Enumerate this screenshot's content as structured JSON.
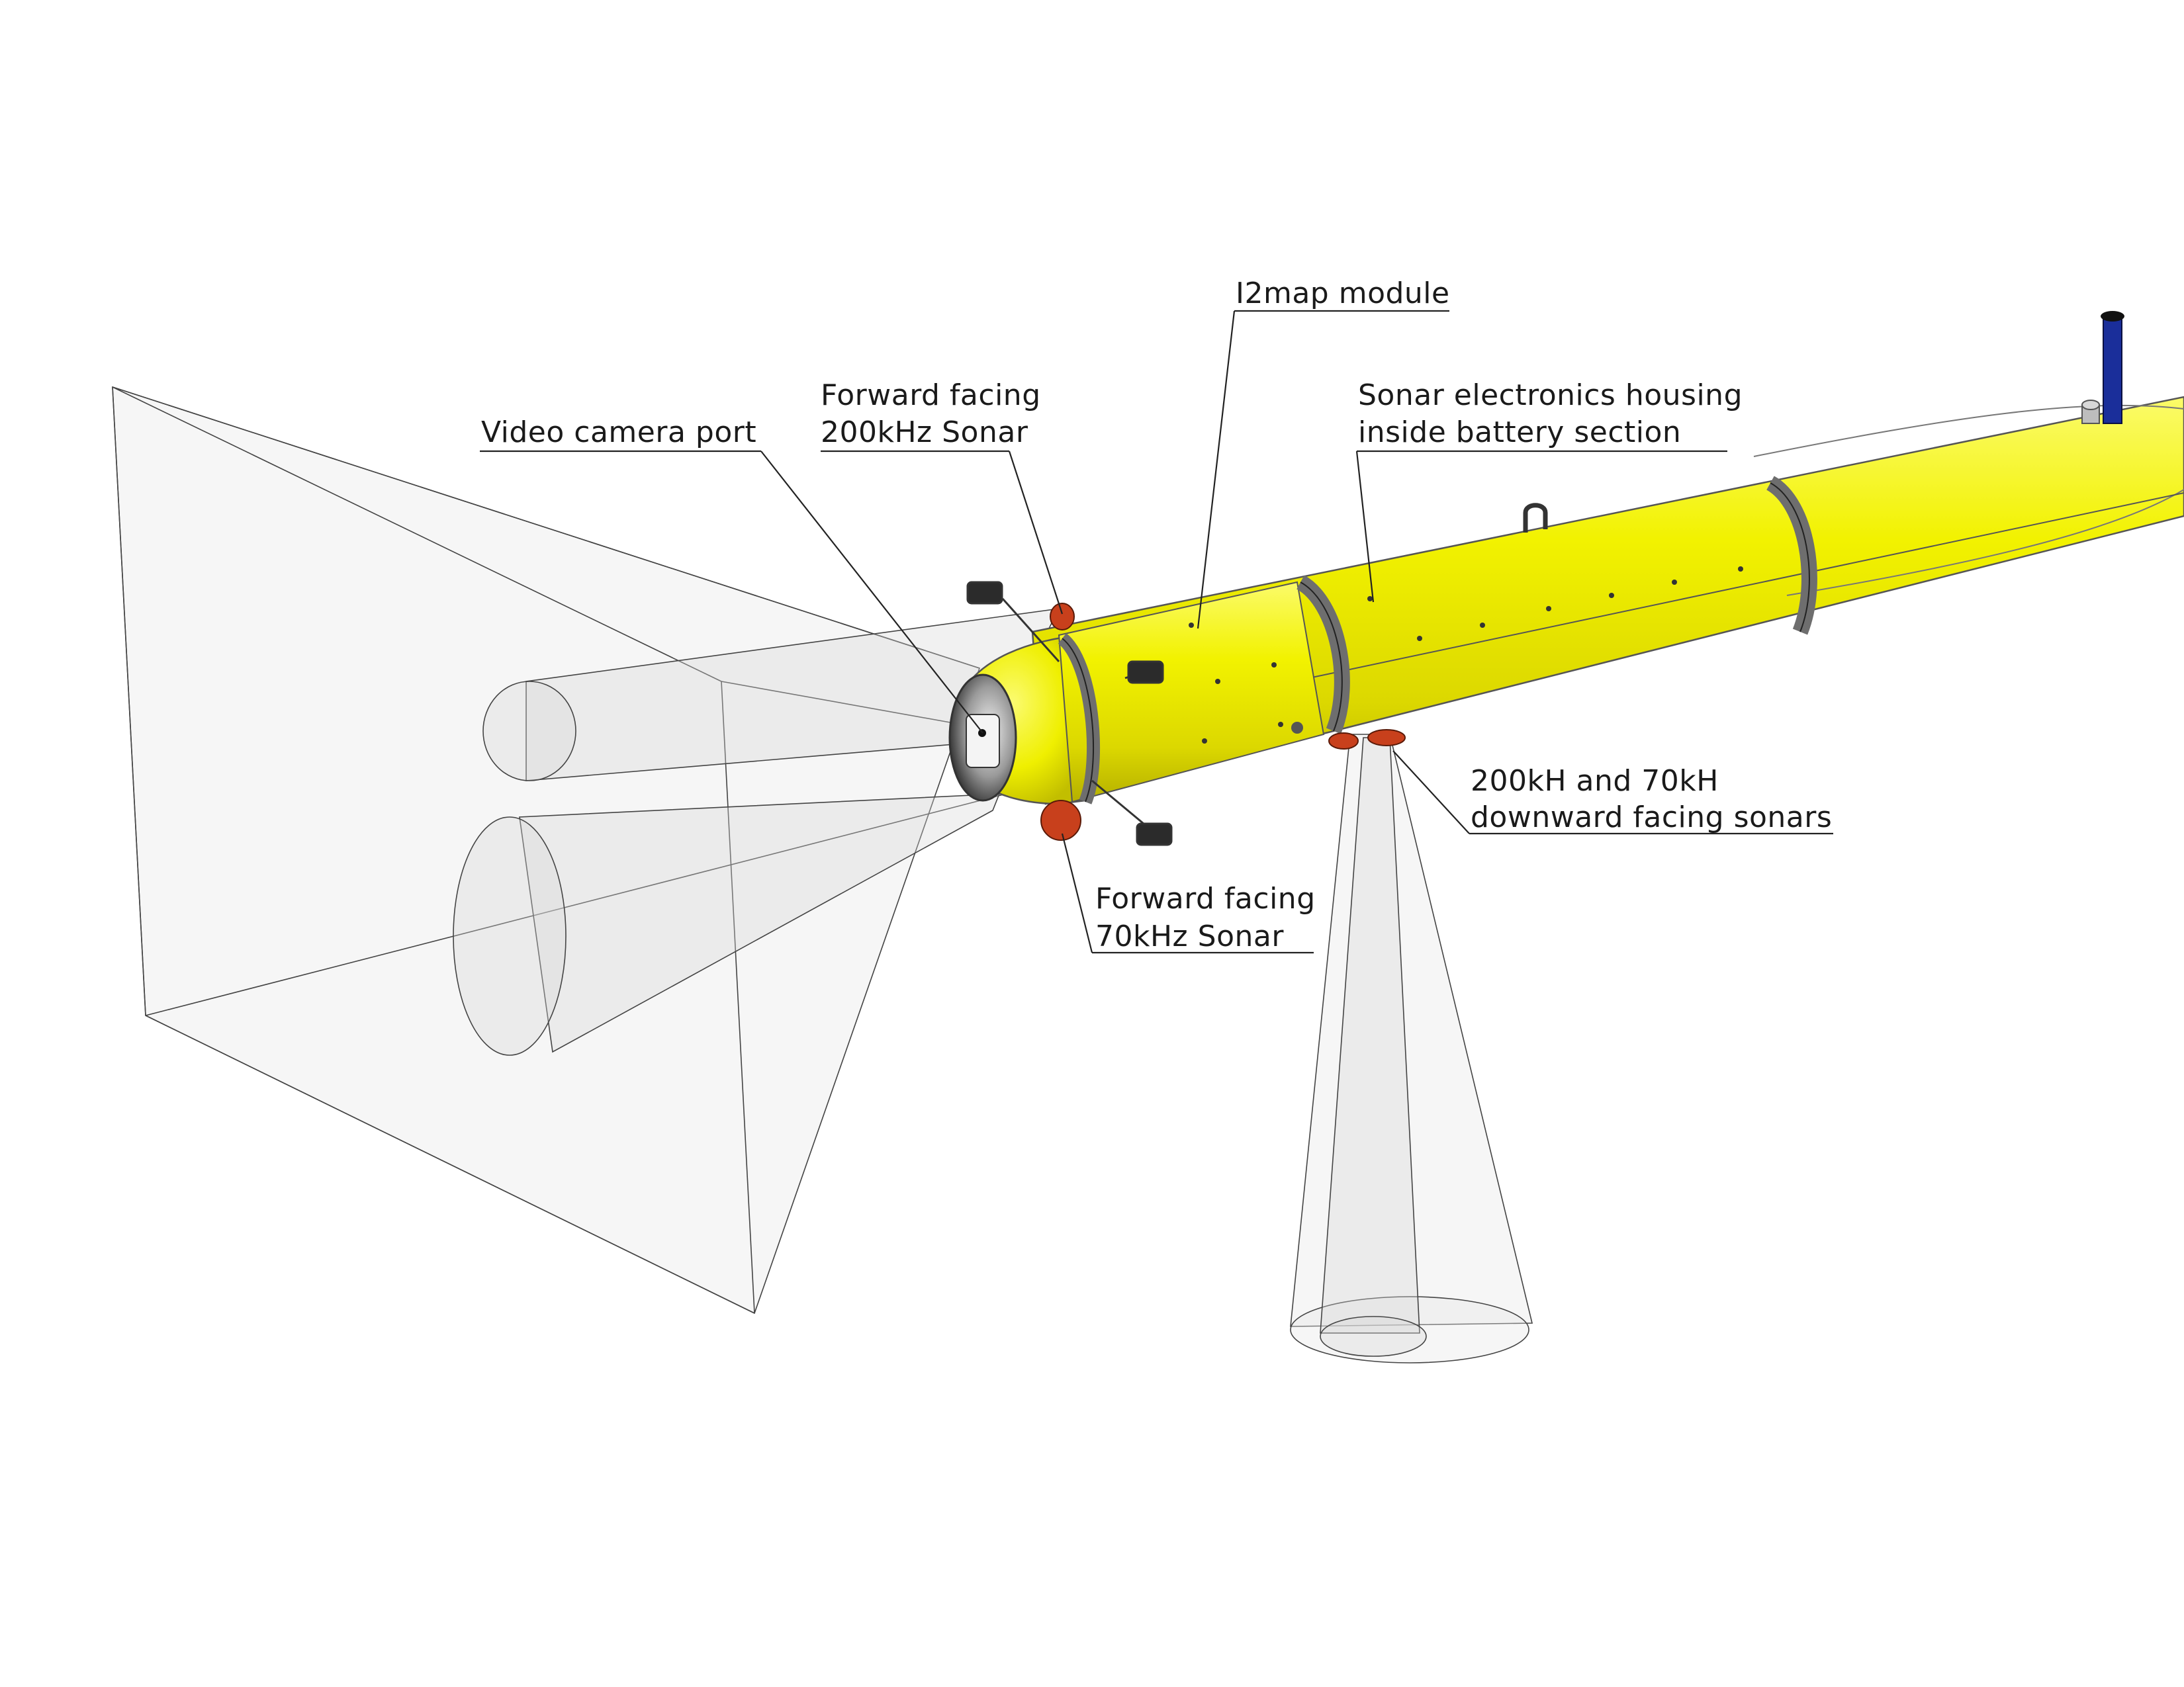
{
  "labels": {
    "video_camera_port": "Video camera port",
    "forward_200_line1": "Forward facing",
    "forward_200_line2": "200kHz Sonar",
    "i2map_module": "I2map module",
    "sonar_electronics_line1": "Sonar electronics housing",
    "sonar_electronics_line2": "inside battery section",
    "downward_line1": "200kH and 70kH",
    "downward_line2": "downward facing sonars",
    "forward_70_line1": "Forward facing",
    "forward_70_line2": "70kHz Sonar"
  },
  "colors": {
    "hull": "#f2f200",
    "hull_shadow": "#c9c400",
    "band": "#6e6e6e",
    "sonar_transducer": "#c8401c",
    "antenna_mast": "#1a2e9a",
    "beam_fill": "#e4e4e4",
    "leader_line": "#222222"
  },
  "icons": {
    "camera": "video-camera-port-icon",
    "transducer": "sonar-transducer-icon",
    "lift_handle": "lift-handle-icon",
    "antenna": "antenna-mast-icon",
    "gps": "gps-dome-icon"
  }
}
